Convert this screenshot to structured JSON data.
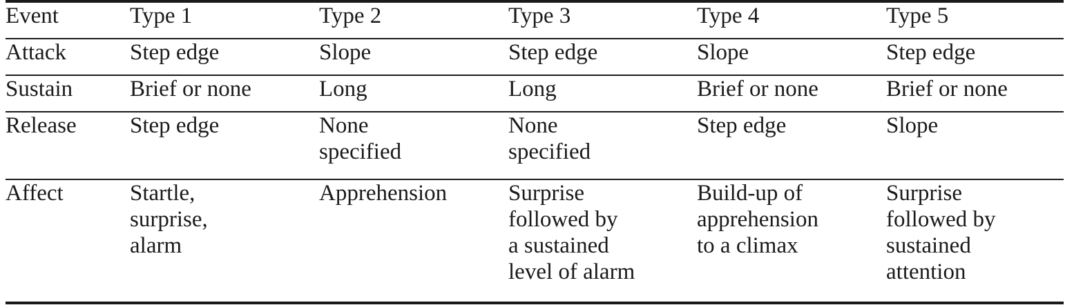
{
  "table": {
    "columns": [
      "Event",
      "Type 1",
      "Type 2",
      "Type 3",
      "Type 4",
      "Type 5"
    ],
    "rows": [
      {
        "label": "Attack",
        "values": [
          "Step edge",
          "Slope",
          "Step edge",
          "Slope",
          "Step edge"
        ]
      },
      {
        "label": "Sustain",
        "values": [
          "Brief or none",
          "Long",
          "Long",
          "Brief or none",
          "Brief or none"
        ]
      },
      {
        "label": "Release",
        "values": [
          "Step edge",
          "None\nspecified",
          "None\nspecified",
          "Step edge",
          "Slope"
        ]
      },
      {
        "label": "Affect",
        "values": [
          "Startle,\nsurprise,\nalarm",
          "Apprehension",
          "Surprise\nfollowed by\na sustained\nlevel of alarm",
          "Build-up of\napprehension\nto a climax",
          "Surprise\nfollowed by\nsustained\nattention"
        ]
      }
    ]
  },
  "style": {
    "ink": "#1a1a1a",
    "paper": "#ffffff"
  }
}
